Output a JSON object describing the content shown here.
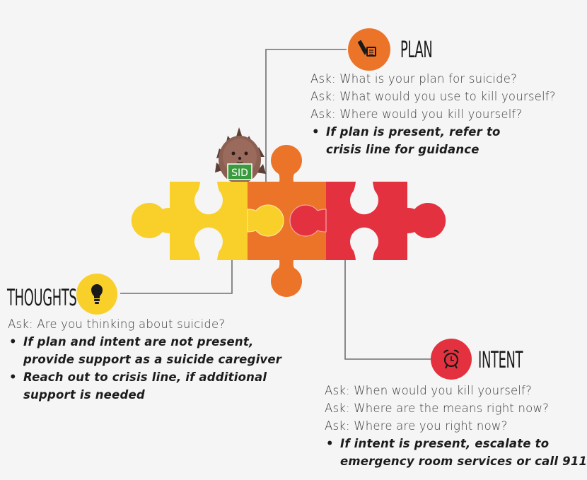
{
  "colors": {
    "background": "#f5f5f5",
    "thoughts": "#f9cf2a",
    "plan": "#ec7428",
    "intent": "#e4313f",
    "connector": "#6e6e6e",
    "mascot_sign": "#3a9a3e"
  },
  "mascot": {
    "name": "hedgehog-mascot",
    "sign_text": "SID"
  },
  "plan": {
    "title": "Plan",
    "icon": "pen-and-paper-icon",
    "questions": [
      "Ask: What is your plan for suicide?",
      "Ask: What would you use to kill yourself?",
      "Ask: Where would you kill yourself?"
    ],
    "bullets": [
      [
        "If plan is present, refer to",
        "crisis line for guidance"
      ]
    ]
  },
  "thoughts": {
    "title": "Thoughts",
    "icon": "lightbulb-icon",
    "questions": [
      "Ask: Are you thinking about suicide?"
    ],
    "bullets": [
      [
        "If plan and intent are not present,",
        "provide support as a suicide caregiver"
      ],
      [
        "Reach out to crisis line, if additional",
        "support is needed"
      ]
    ]
  },
  "intent": {
    "title": "Intent",
    "icon": "alarm-clock-icon",
    "questions": [
      "Ask: When would you kill yourself?",
      "Ask: Where are the means right now?",
      "Ask: Where are you right now?"
    ],
    "bullets": [
      [
        "If intent is present, escalate to",
        "emergency room services or call 911"
      ]
    ]
  }
}
